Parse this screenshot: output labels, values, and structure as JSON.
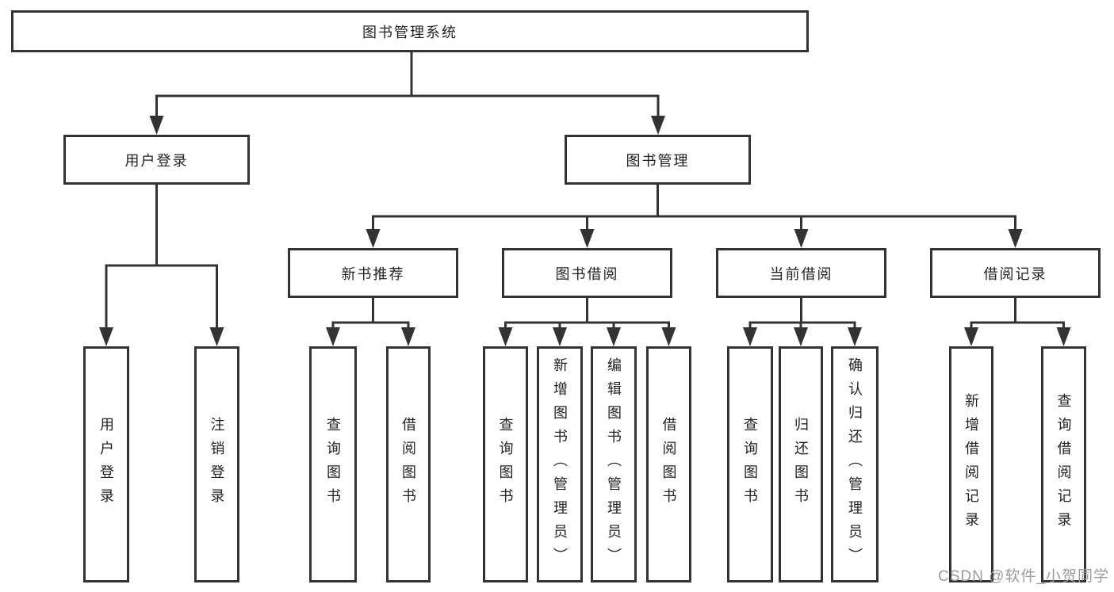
{
  "diagram_type": "function-structure-tree",
  "colors": {
    "line": "#333333",
    "box_border": "#333333",
    "box_fill": "#ffffff",
    "text": "#222222",
    "watermark": "#9b9b9b",
    "background": "#ffffff"
  },
  "tree": {
    "label": "图书管理系统",
    "children": [
      {
        "label": "用户登录",
        "children": [
          {
            "label": "用户登录"
          },
          {
            "label": "注销登录"
          }
        ]
      },
      {
        "label": "图书管理",
        "children": [
          {
            "label": "新书推荐",
            "children": [
              {
                "label": "查询图书"
              },
              {
                "label": "借阅图书"
              }
            ]
          },
          {
            "label": "图书借阅",
            "children": [
              {
                "label": "查询图书"
              },
              {
                "label": "新增图书（管理员）"
              },
              {
                "label": "编辑图书（管理员）"
              },
              {
                "label": "借阅图书"
              }
            ]
          },
          {
            "label": "当前借阅",
            "children": [
              {
                "label": "查询图书"
              },
              {
                "label": "归还图书"
              },
              {
                "label": "确认归还（管理员）"
              }
            ]
          },
          {
            "label": "借阅记录",
            "children": [
              {
                "label": "新增借阅记录"
              },
              {
                "label": "查询借阅记录"
              }
            ]
          }
        ]
      }
    ]
  },
  "watermark": {
    "text": "CSDN @软件_小贺同学"
  }
}
